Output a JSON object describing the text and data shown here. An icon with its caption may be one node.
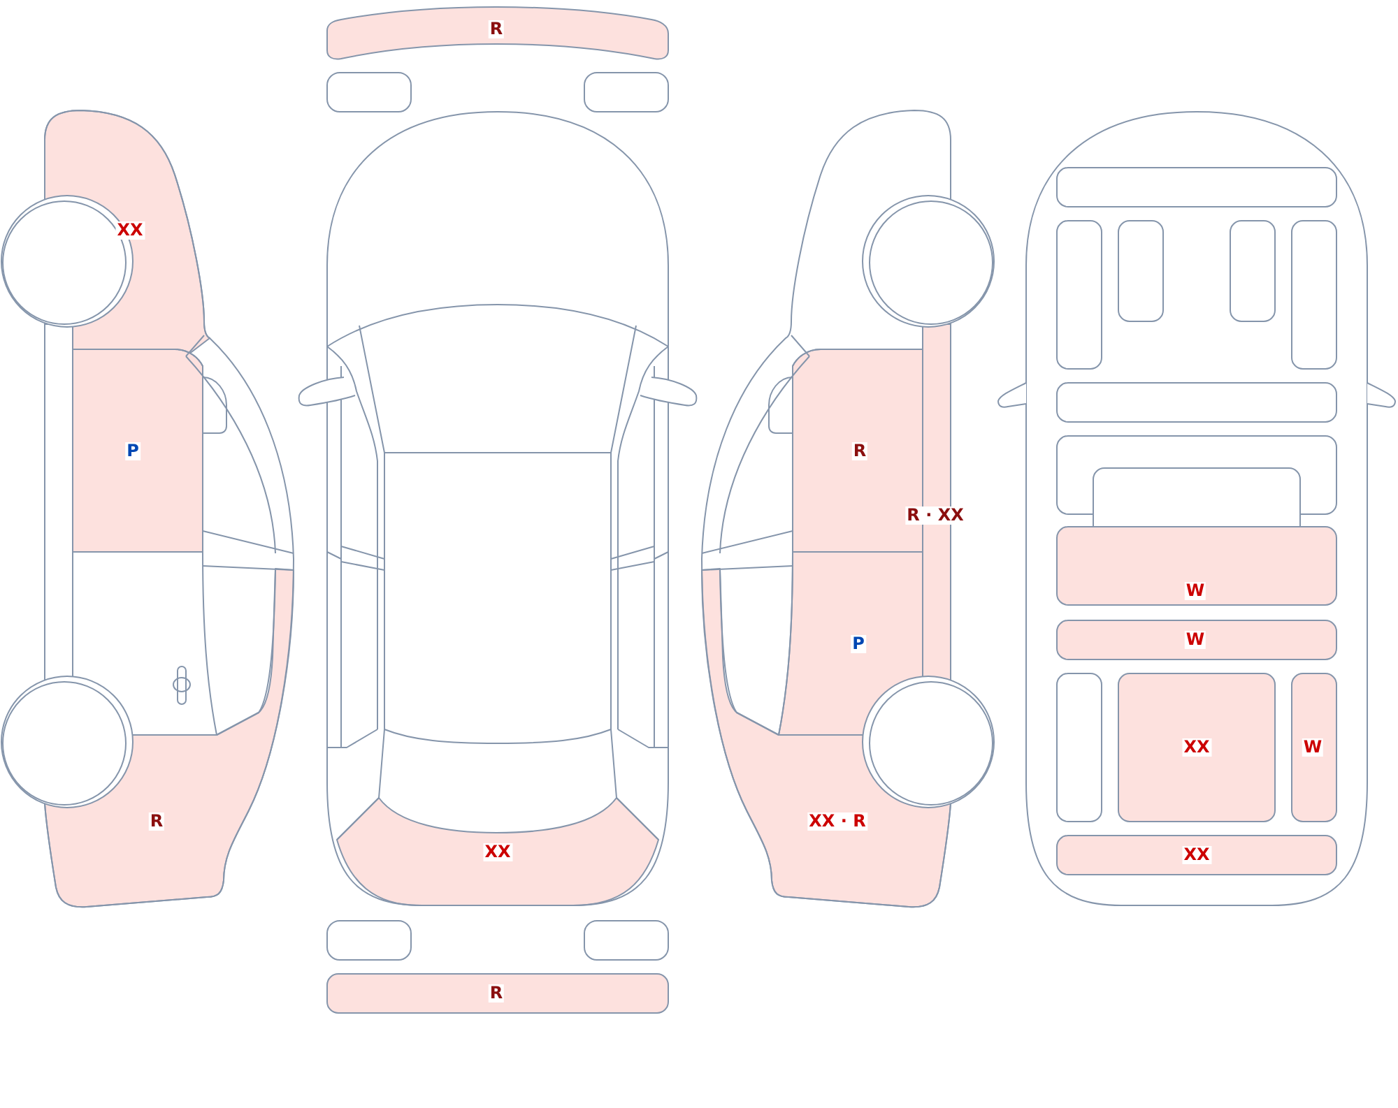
{
  "diagram": {
    "nodes": [
      {
        "text": [
          "XX"
        ]
      },
      {
        "text": [
          "P"
        ]
      },
      {
        "text": [
          "R"
        ]
      },
      {
        "text": [
          "R"
        ]
      },
      {
        "text": [],
        "shape": "box"
      },
      {
        "text": [],
        "shape": "box"
      },
      {
        "text": [
          "XX"
        ]
      },
      {
        "text": [],
        "shape": "box"
      },
      {
        "text": [],
        "shape": "box"
      },
      {
        "text": [
          "R"
        ]
      },
      {
        "text": [
          "R"
        ]
      },
      {
        "text": [
          "R · XX"
        ]
      },
      {
        "text": [
          "P"
        ]
      },
      {
        "text": [
          "XX · R"
        ]
      },
      {
        "text": [],
        "shape": "box"
      },
      {
        "text": [],
        "shape": "box"
      },
      {
        "text": [],
        "shape": "box"
      },
      {
        "text": [],
        "shape": "box"
      },
      {
        "text": [],
        "shape": "box"
      },
      {
        "text": [],
        "shape": "box"
      },
      {
        "text": [],
        "shape": "box"
      },
      {
        "text": [],
        "shape": "box"
      },
      {
        "text": [
          "W"
        ]
      },
      {
        "text": [
          "W"
        ]
      },
      {
        "text": [],
        "shape": "box"
      },
      {
        "text": [
          "XX"
        ]
      },
      {
        "text": [
          "W"
        ]
      },
      {
        "text": [
          "XX"
        ]
      }
    ]
  }
}
